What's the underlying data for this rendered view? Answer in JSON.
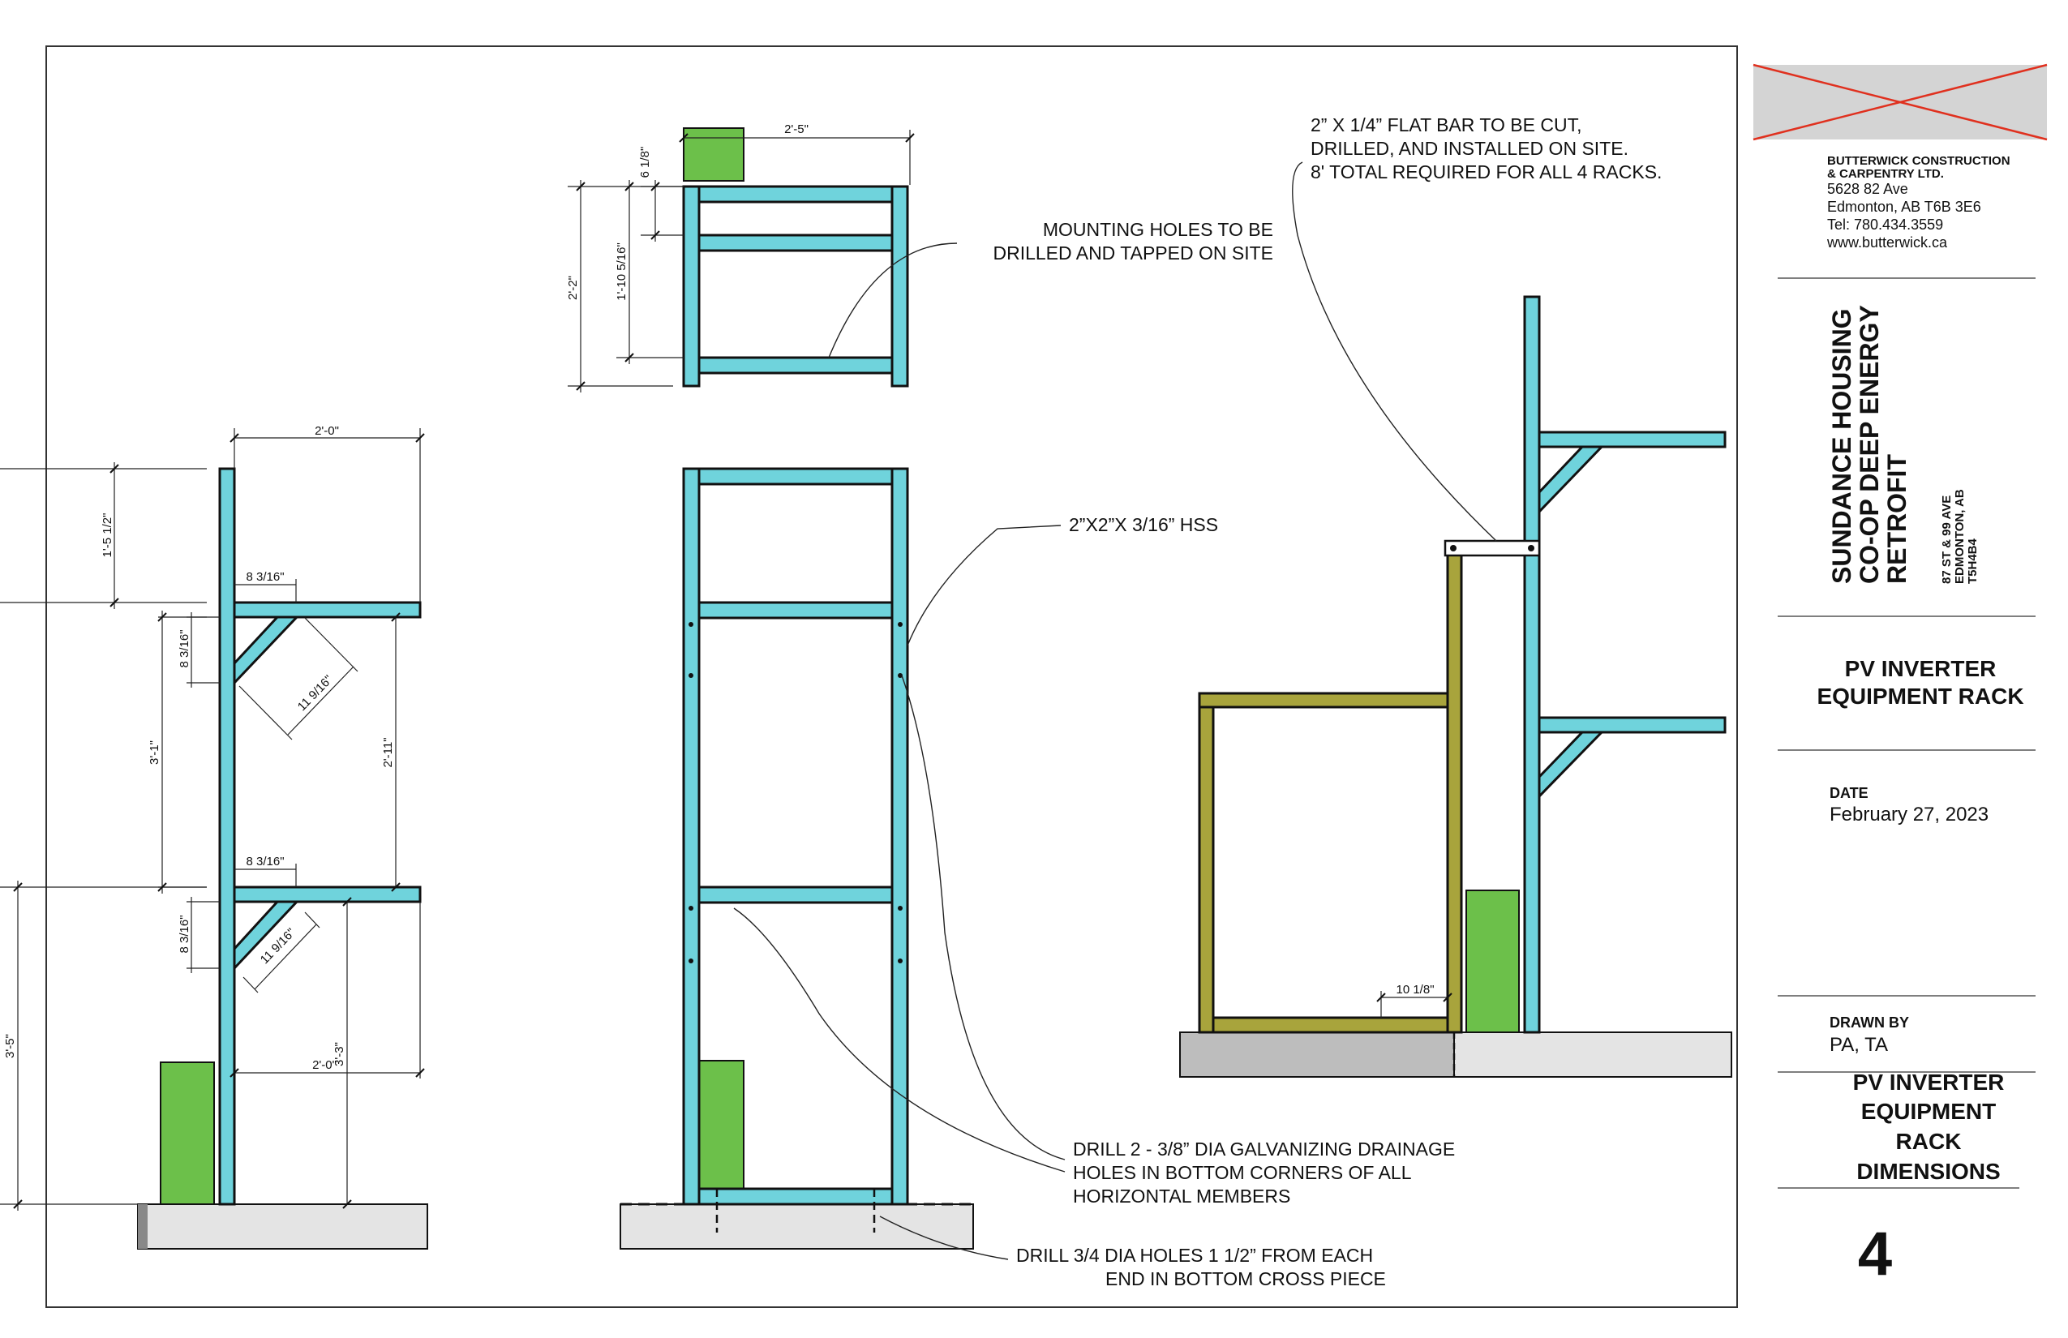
{
  "title_block": {
    "company_name": "BUTTERWICK CONSTRUCTION",
    "company_name_2": "& CARPENTRY LTD.",
    "address_line1": "5628 82 Ave",
    "address_line2": "Edmonton, AB T6B 3E6",
    "phone": "Tel: 780.434.3559",
    "website": "www.butterwick.ca",
    "project_line1": "SUNDANCE HOUSING",
    "project_line2": "CO-OP DEEP ENERGY",
    "project_line3": "RETROFIT",
    "location_line1": "87 ST & 99 AVE",
    "location_line2": "EDMONTON, AB",
    "location_line3": "T5H4B4",
    "drawing_title_line1": "PV INVERTER",
    "drawing_title_line2": "EQUIPMENT RACK",
    "date_label": "DATE",
    "date_value": "February 27, 2023",
    "drawn_by_label": "DRAWN BY",
    "drawn_by_value": "PA, TA",
    "sheet_title_line1": "PV INVERTER",
    "sheet_title_line2": "EQUIPMENT",
    "sheet_title_line3": "RACK",
    "sheet_title_line4": "DIMENSIONS",
    "sheet_number": "4"
  },
  "notes": {
    "flat_bar_line1": "2” X 1/4” FLAT BAR TO BE CUT,",
    "flat_bar_line2": "DRILLED, AND INSTALLED ON SITE.",
    "flat_bar_line3": "8' TOTAL REQUIRED FOR ALL 4 RACKS.",
    "mounting_line1": "MOUNTING HOLES TO BE",
    "mounting_line2": "DRILLED AND TAPPED ON SITE",
    "hss": "2”X2”X 3/16” HSS",
    "drainage_line1": "DRILL 2 - 3/8” DIA GALVANIZING DRAINAGE",
    "drainage_line2": "HOLES IN BOTTOM CORNERS OF ALL",
    "drainage_line3": "HORIZONTAL MEMBERS",
    "base_holes_line1": "DRILL  3/4 DIA HOLES 1 1/2” FROM EACH",
    "base_holes_line2": "END IN BOTTOM CROSS PIECE"
  },
  "dimensions": {
    "top_width": "2'-5\"",
    "top_offset": "6 1/8\"",
    "top_height": "2'-2\"",
    "top_inner_height": "1'-10 5/16\"",
    "side_width_top": "2'-0\"",
    "side_top_extension": "1'-5 1/2\"",
    "side_brace_offset_upper": "8 3/16\"",
    "side_brace_vertical_upper": "8 3/16\"",
    "side_brace_length_upper": "11 9/16\"",
    "side_shelf_spacing": "3'-1\"",
    "side_inner_spacing": "2'-11\"",
    "side_brace_offset_lower": "8 3/16\"",
    "side_brace_vertical_lower": "8 3/16\"",
    "side_brace_length_lower": "11 9/16\"",
    "side_lower_height": "3'-5\"",
    "side_width_bottom": "2'-0\"",
    "side_bottom_height": "3'-3\"",
    "flatbar_offset": "10 1/8\""
  },
  "colors": {
    "hss_steel": "#6fd3dc",
    "flat_bar_frame": "#a8a43c",
    "equipment_box": "#6cc04a",
    "concrete": "#e4e4e4",
    "logo_cross": "#e0301e",
    "logo_fill": "#d4d4d4"
  }
}
